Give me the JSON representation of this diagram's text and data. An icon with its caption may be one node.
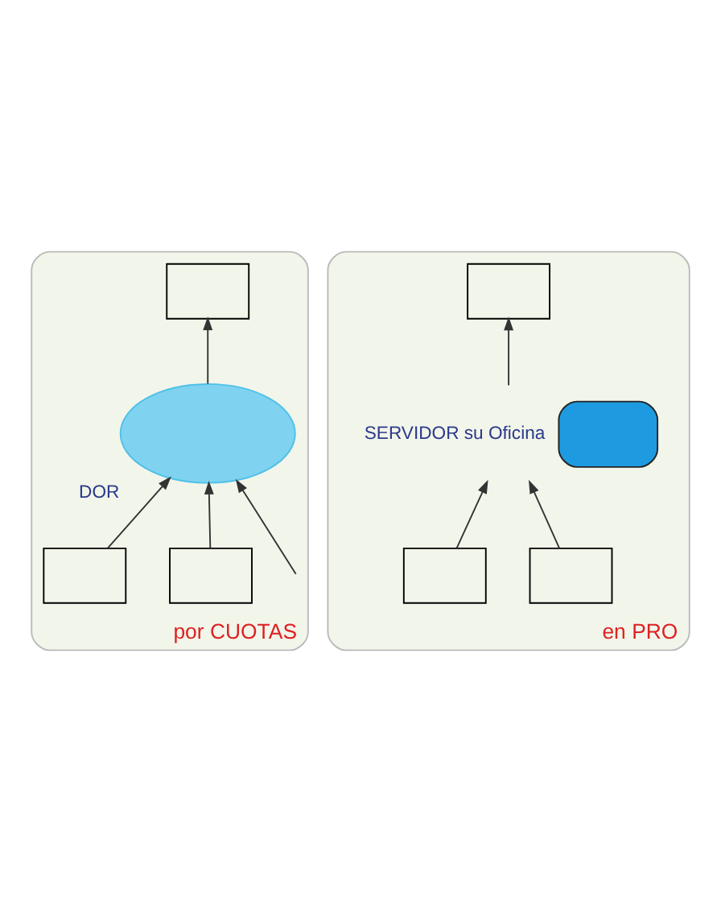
{
  "diagram": {
    "nodes": [
      {
        "text": [
          "por CUOTAS"
        ]
      },
      {
        "text": [],
        "shape": "box",
        "in": 0
      },
      {
        "text": [],
        "shape": "cloud",
        "in": 0,
        "beside": [
          "DOR"
        ]
      },
      {
        "text": [],
        "shape": "box",
        "in": 0
      },
      {
        "text": [],
        "shape": "box",
        "in": 0
      },
      {
        "text": [
          "en PRO"
        ]
      },
      {
        "text": [],
        "shape": "box",
        "in": 5
      },
      {
        "text": [],
        "shape": "box",
        "in": 5,
        "beside": [
          "SERVIDOR su Oficina"
        ]
      },
      {
        "text": [],
        "shape": "box",
        "in": 5
      },
      {
        "text": [],
        "shape": "box",
        "in": 5
      }
    ],
    "edges": [
      {
        "from": 2,
        "to": 1,
        "arrow": "to"
      },
      {
        "from": null,
        "to": 2,
        "arrow": "to"
      },
      {
        "from": 3,
        "to": 2,
        "arrow": "to"
      },
      {
        "from": 4,
        "to": 2,
        "arrow": "to"
      },
      {
        "from": 7,
        "to": 6,
        "arrow": "to"
      },
      {
        "from": 8,
        "to": 7,
        "arrow": "to"
      },
      {
        "from": 9,
        "to": 7,
        "arrow": "to"
      }
    ]
  }
}
